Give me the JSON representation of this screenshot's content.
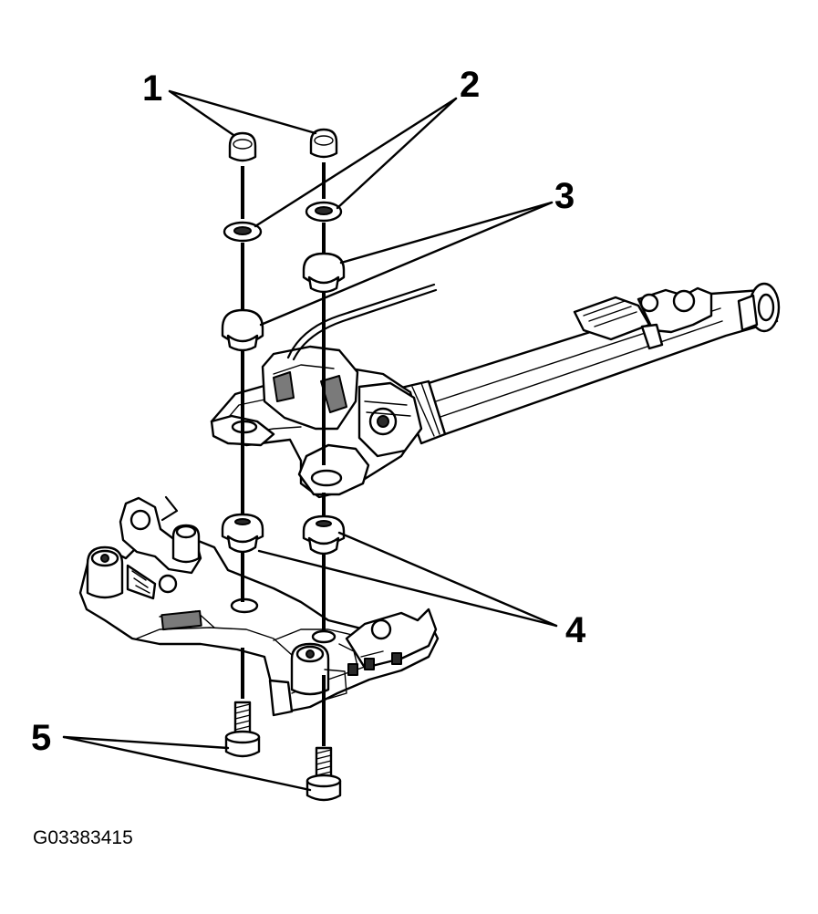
{
  "callouts": [
    {
      "label": "1"
    },
    {
      "label": "2"
    },
    {
      "label": "3"
    },
    {
      "label": "4"
    },
    {
      "label": "5"
    }
  ],
  "figure_id": "G03383415"
}
